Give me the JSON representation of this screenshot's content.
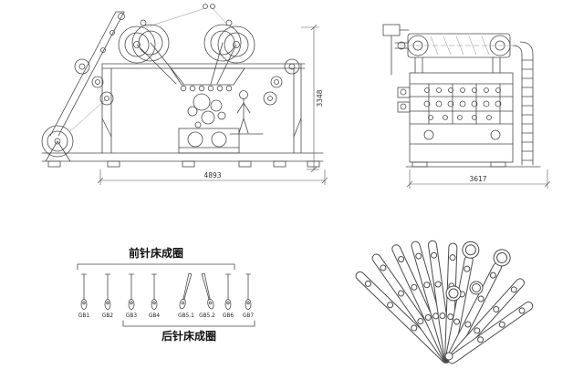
{
  "page": {
    "background": "#ffffff",
    "line_color": "#4a4a4a"
  },
  "front_view": {
    "width_dim": "4893",
    "height_dim": "3348"
  },
  "side_view": {
    "width_dim": "3617"
  },
  "guide_bar_diagram": {
    "front_bed_label": "前针床成圈",
    "back_bed_label": "后针床成圈",
    "bars": [
      {
        "label": "GB1"
      },
      {
        "label": "GB2"
      },
      {
        "label": "GB3"
      },
      {
        "label": "GB4"
      },
      {
        "label": "GB5.1"
      },
      {
        "label": "GB5.2"
      },
      {
        "label": "GB6"
      },
      {
        "label": "GB7"
      }
    ]
  }
}
